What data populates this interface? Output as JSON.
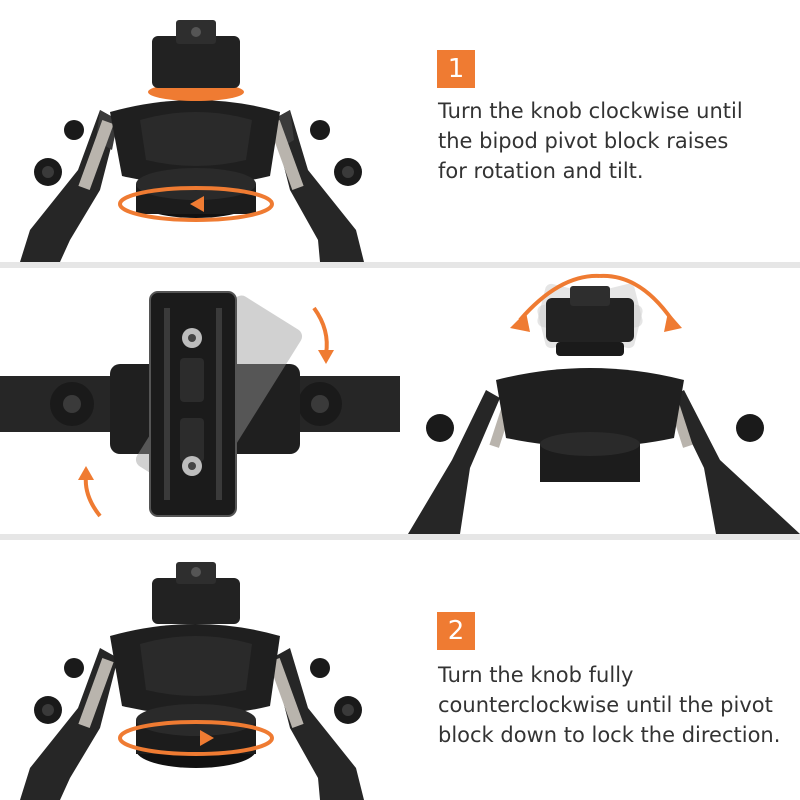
{
  "steps": [
    {
      "number": "1",
      "lines": [
        "Turn the knob clockwise until",
        "the bipod pivot block raises",
        "for rotation and tilt."
      ]
    },
    {
      "number": "2",
      "lines": [
        "Turn the knob fully",
        "counterclockwise until the pivot",
        "block down to lock the direction."
      ]
    }
  ],
  "colors": {
    "accent": "#ef7b32",
    "text": "#333333",
    "divider": "#e6e6e6",
    "product": "#1e1e1e"
  },
  "icons": {
    "rotate_arrow": "orange-circular-arrow",
    "swing_arrow": "orange-curved-arrow"
  }
}
